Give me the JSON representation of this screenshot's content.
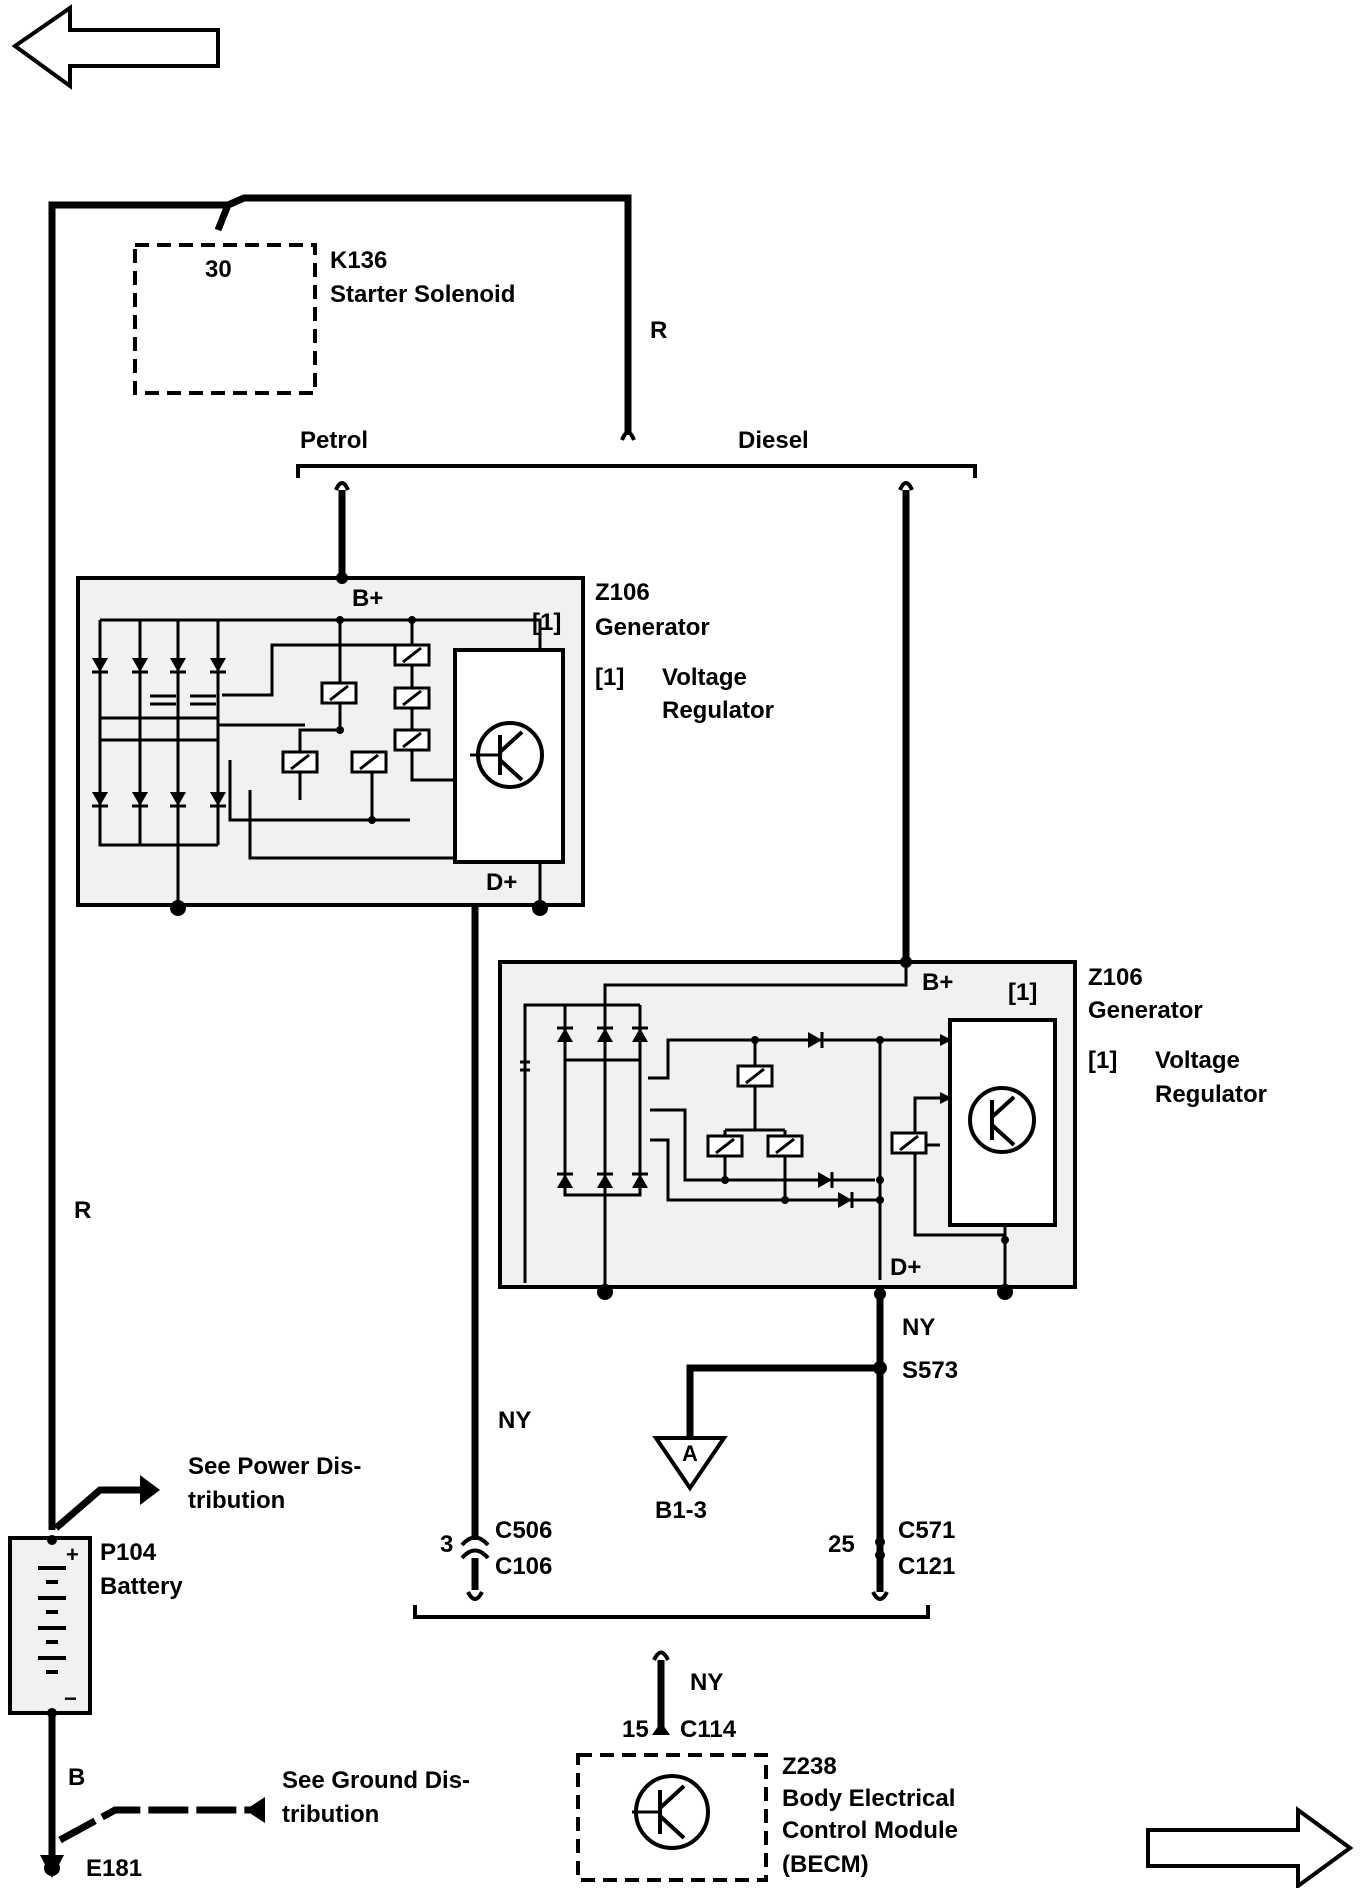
{
  "navigation": {
    "back_icon": "left-arrow-icon",
    "forward_icon": "right-arrow-icon"
  },
  "starter": {
    "terminal": "30",
    "id": "K136",
    "name": "Starter Solenoid"
  },
  "wires": {
    "top_color": "R",
    "left_color": "R",
    "gen1_d_color": "NY",
    "gen2_d_color": "NY",
    "becm_color": "NY",
    "ground_color": "B"
  },
  "variants": {
    "petrol": "Petrol",
    "diesel": "Diesel"
  },
  "generator_petrol": {
    "b_terminal": "B+",
    "d_terminal": "D+",
    "ref": "[1]",
    "id": "Z106",
    "name": "Generator",
    "note_ref": "[1]",
    "note_line1": "Voltage",
    "note_line2": "Regulator"
  },
  "generator_diesel": {
    "b_terminal": "B+",
    "d_terminal": "D+",
    "ref": "[1]",
    "id": "Z106",
    "name": "Generator",
    "note_ref": "[1]",
    "note_line1": "Voltage",
    "note_line2": "Regulator"
  },
  "splice": {
    "id": "S573",
    "ref_letter": "A",
    "ref_page": "B1-3"
  },
  "connectors": {
    "left_pin": "3",
    "left_top": "C506",
    "left_bottom": "C106",
    "right_pin": "25",
    "right_top": "C571",
    "right_bottom": "C121",
    "becm_pin": "15",
    "becm_conn": "C114"
  },
  "battery": {
    "id": "P104",
    "name": "Battery",
    "plus": "+",
    "minus": "−"
  },
  "power_ref": {
    "line1": "See Power Dis-",
    "line2": "tribution"
  },
  "ground_ref": {
    "line1": "See Ground Dis-",
    "line2": "tribution"
  },
  "ground": {
    "id": "E181"
  },
  "becm": {
    "id": "Z238",
    "line1": "Body Electrical",
    "line2": "Control Module",
    "line3": "(BECM)"
  }
}
